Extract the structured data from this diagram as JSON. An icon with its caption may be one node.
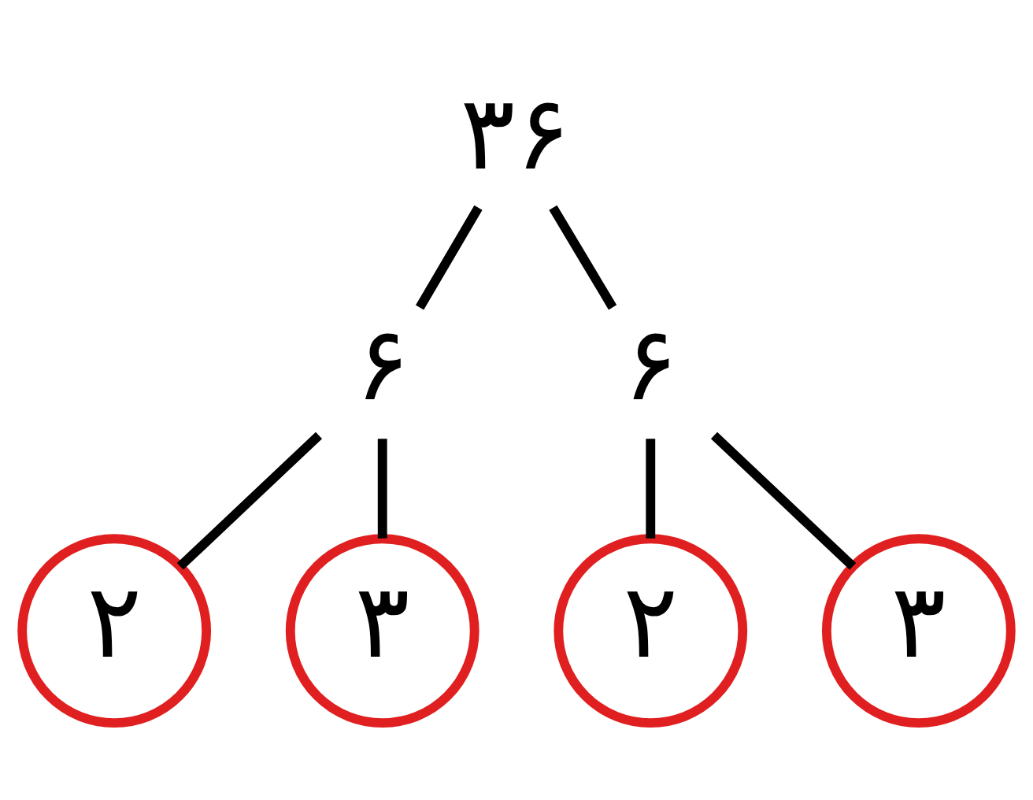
{
  "diagram": {
    "nodes": [
      {
        "text": [
          "۳۶"
        ]
      },
      {
        "text": [
          "۶"
        ]
      },
      {
        "text": [
          "۶"
        ]
      },
      {
        "text": [
          "۲"
        ]
      },
      {
        "text": [
          "۳"
        ]
      },
      {
        "text": [
          "۲"
        ]
      },
      {
        "text": [
          "۳"
        ]
      }
    ],
    "edges": [
      {
        "from": 0,
        "to": 1,
        "arrow": "none"
      },
      {
        "from": 0,
        "to": 2,
        "arrow": "none"
      },
      {
        "from": 1,
        "to": 3,
        "arrow": "none"
      },
      {
        "from": 1,
        "to": 4,
        "arrow": "none"
      },
      {
        "from": 2,
        "to": 5,
        "arrow": "none"
      },
      {
        "from": 2,
        "to": 6,
        "arrow": "none"
      }
    ]
  }
}
